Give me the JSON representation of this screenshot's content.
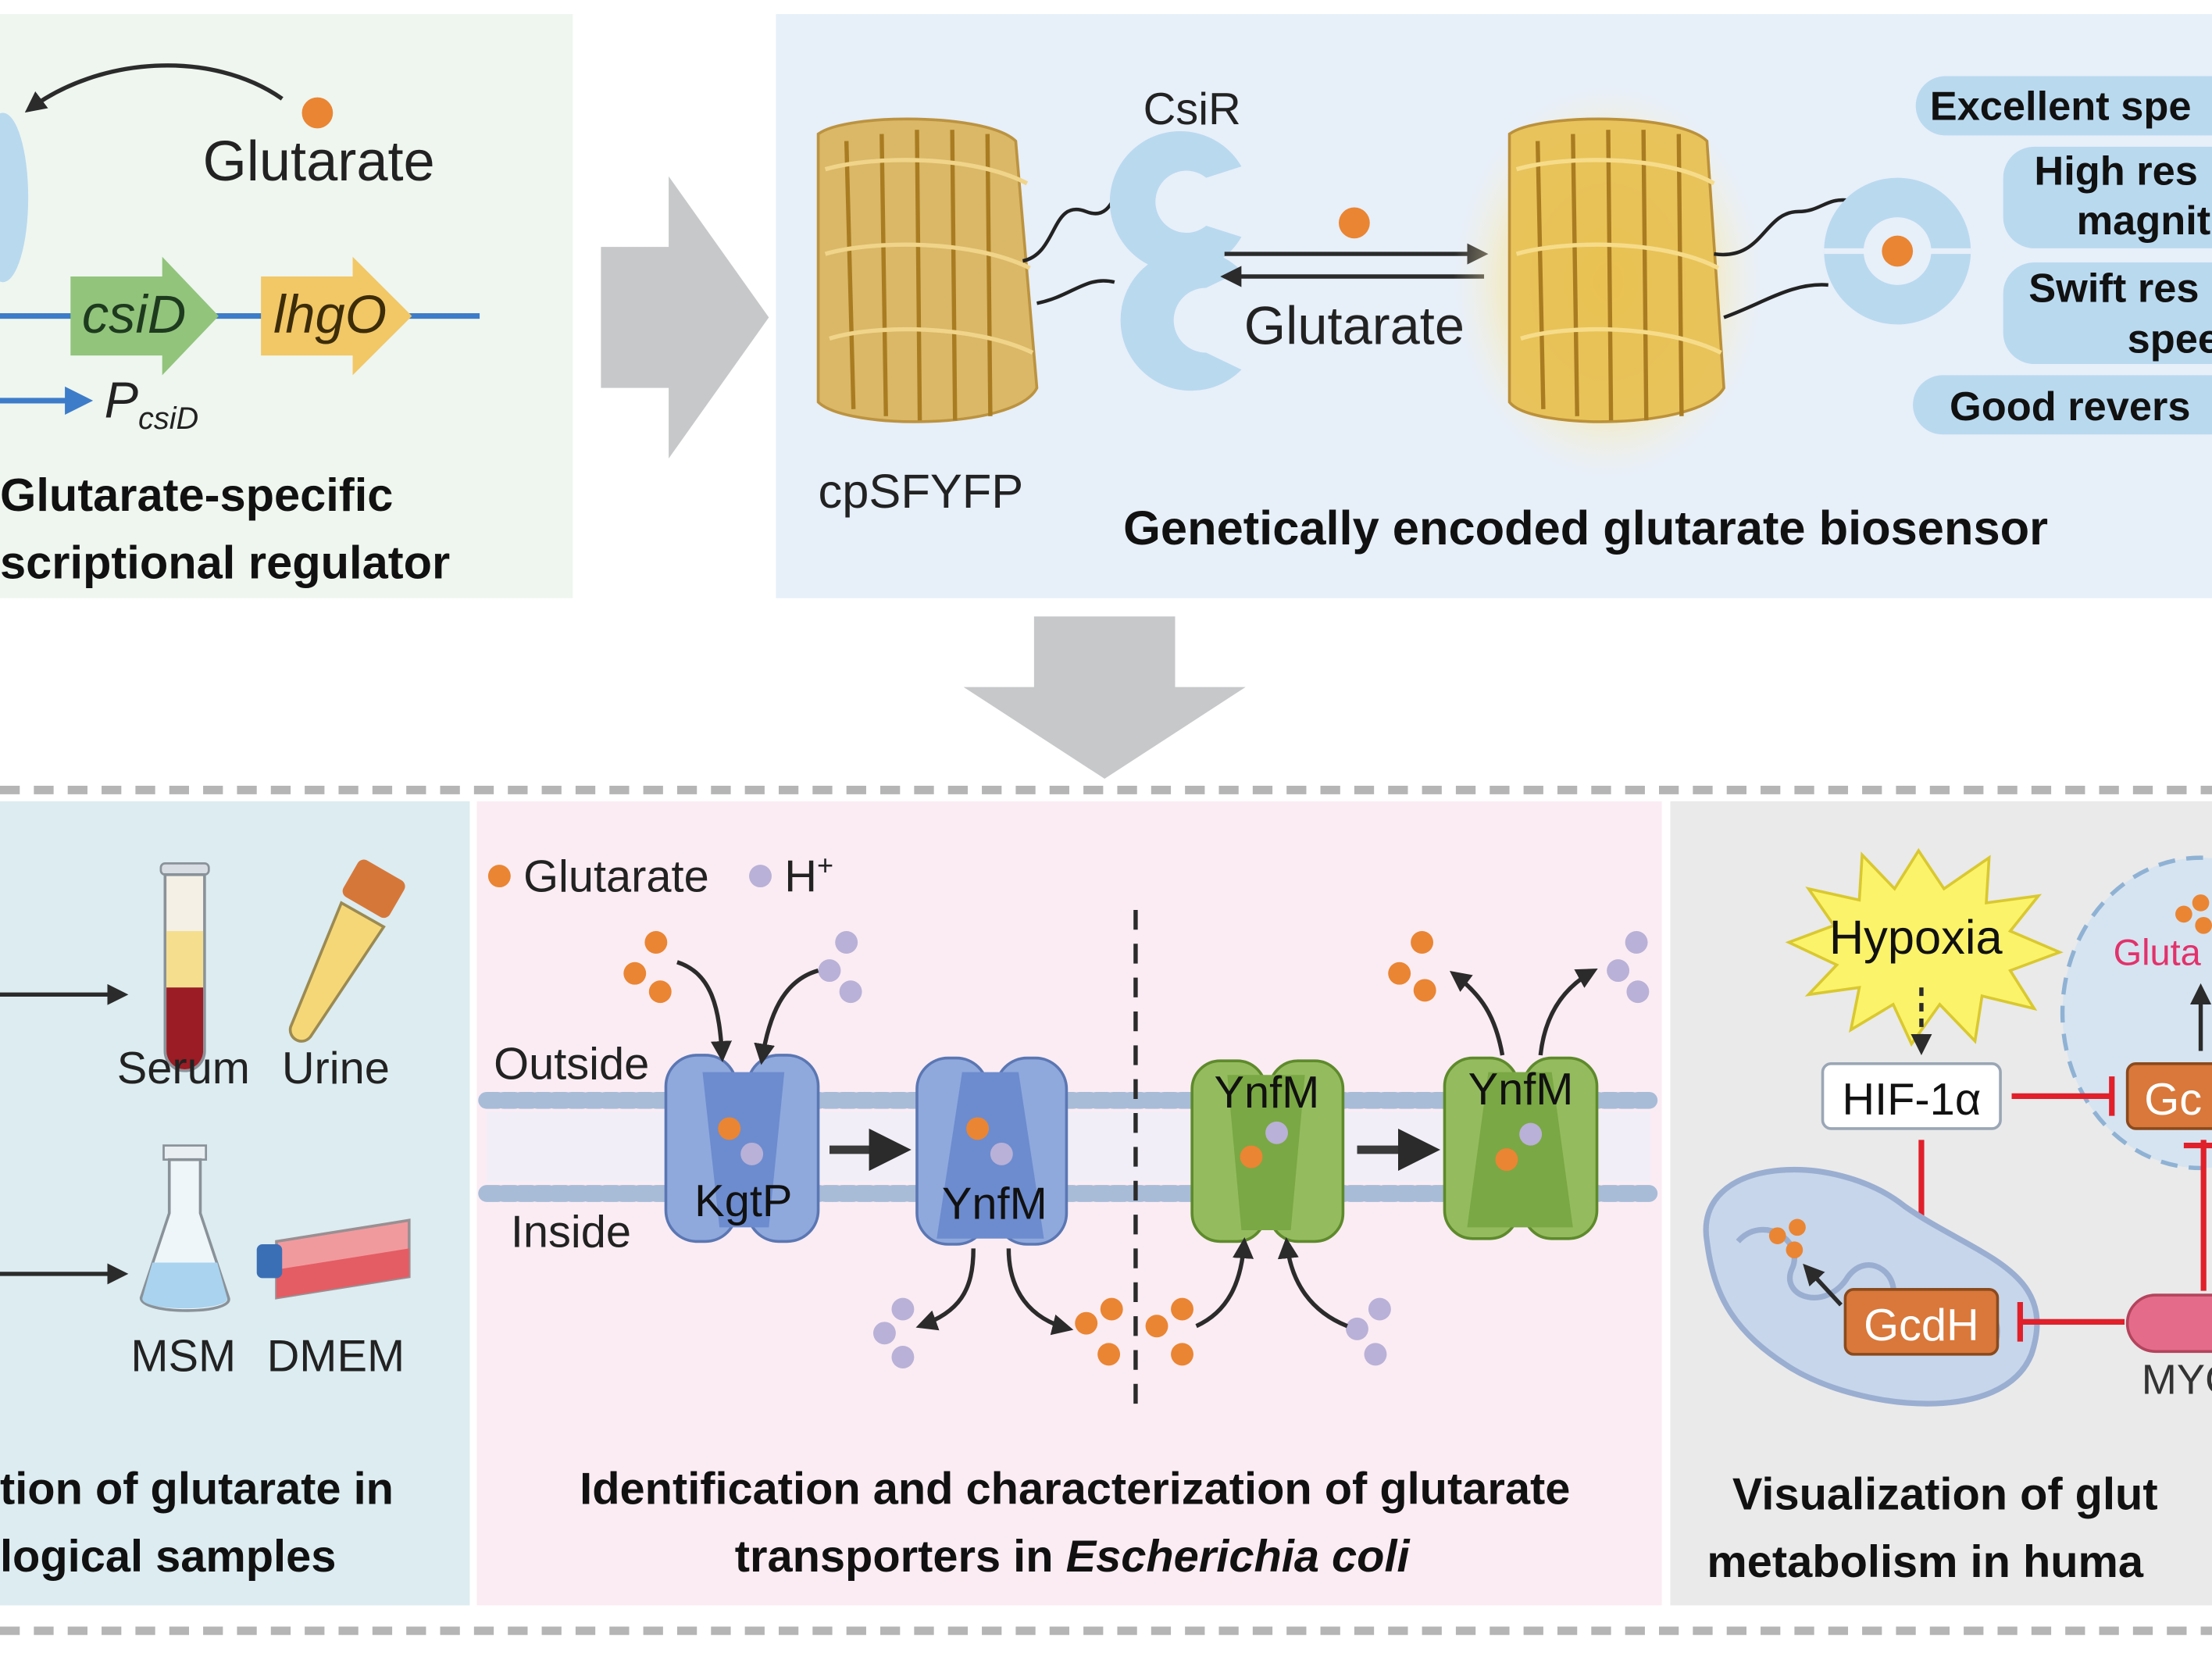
{
  "colors": {
    "panel_green": "#eef6ef",
    "panel_blue": "#e7eff9",
    "panel_cyan": "#dcecf1",
    "panel_pink": "#fbecf3",
    "panel_gray": "#eaeaea",
    "arrow_gray": "#c7c8ca",
    "glutarate": "#ea8533",
    "proton": "#b9b1d7",
    "csir": "#b9d9ef",
    "protein": "#d1a84a",
    "kgtp": "#8fa9dd",
    "ynfm": "#94bc5f",
    "gcdh": "#d9783a",
    "inhibit": "#e0202a"
  },
  "panel1": {
    "ligand_label": "Glutarate",
    "gene1": "csiD",
    "gene2": "lhgO",
    "promoter_main": "P",
    "promoter_sub": "csiD",
    "title_line1": "Glutarate-specific",
    "title_line2": "scriptional regulator"
  },
  "panel2": {
    "regulator_label": "CsiR",
    "fp_label": "cpSFYFP",
    "ligand_label": "Glutarate",
    "features": [
      "Excellent spe",
      "High res",
      "magnit",
      "Swift res",
      "spee",
      "Good revers"
    ],
    "title": "Genetically encoded glutarate biosensor"
  },
  "panel3": {
    "samples": [
      "Serum",
      "Urine",
      "MSM",
      "DMEM"
    ],
    "title_line1": "tion of glutarate in",
    "title_line2": "logical samples"
  },
  "panel4": {
    "legend_glutarate": "Glutarate",
    "legend_proton": "H",
    "legend_proton_sup": "+",
    "outside": "Outside",
    "inside": "Inside",
    "transporter1": "KgtP",
    "transporter2": "YnfM",
    "title_line1": "Identification and characterization of glutarate",
    "title_line2_prefix": "transporters in ",
    "title_line2_species": "Escherichia coli"
  },
  "panel5": {
    "stimulus": "Hypoxia",
    "factor": "HIF-1α",
    "enzyme": "GcdH",
    "enzyme_partial": "Gc",
    "oncogene_partial": "MYC",
    "vesicle_label": "Gluta",
    "title_line1": "Visualization of glut",
    "title_line2": "metabolism in huma"
  }
}
